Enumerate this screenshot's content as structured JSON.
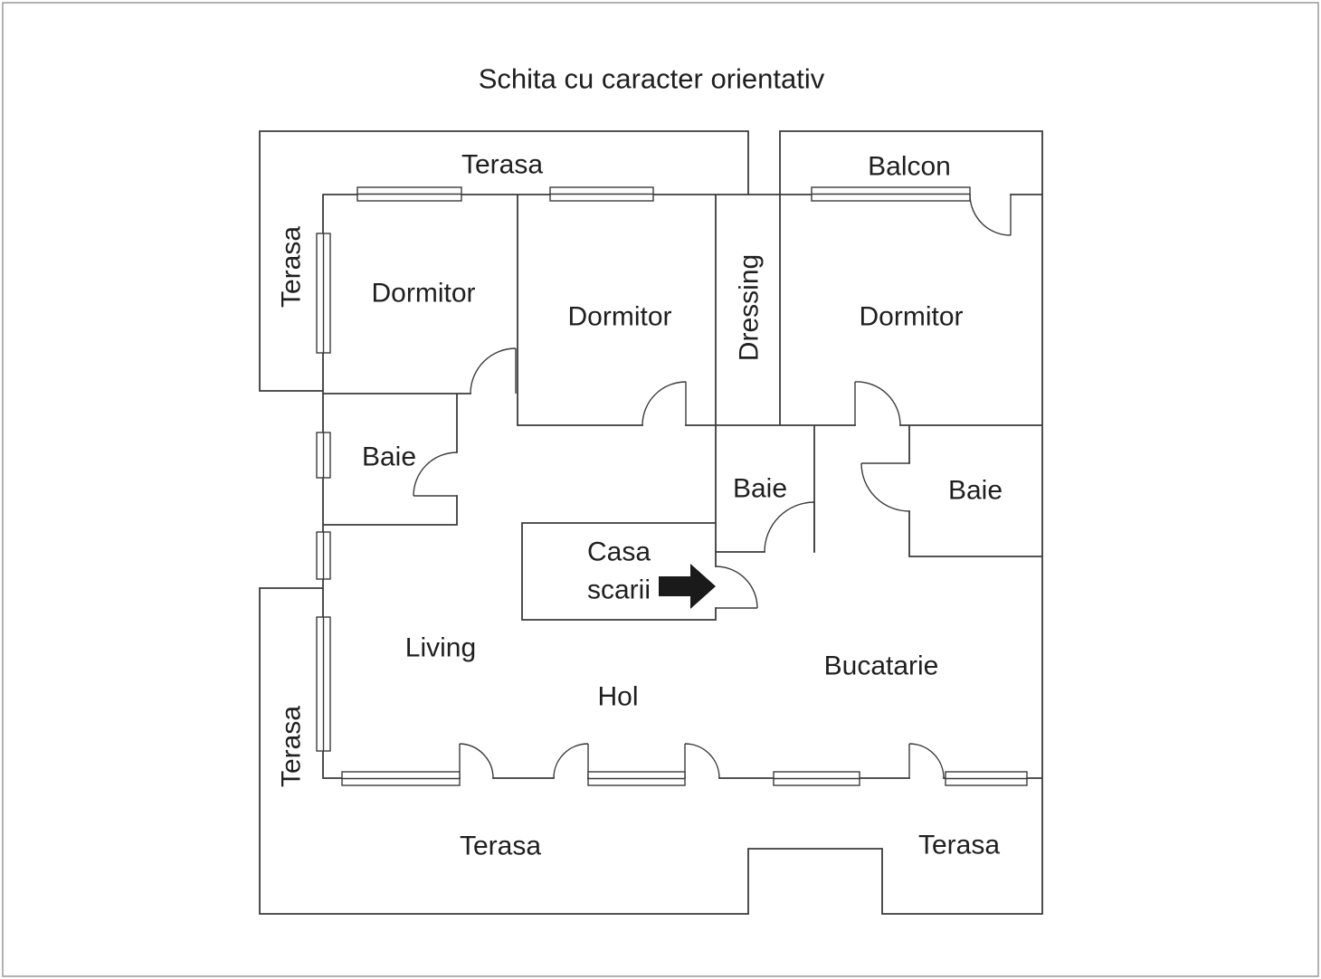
{
  "title": "Schita cu caracter orientativ",
  "labels": {
    "terasa_top": "Terasa",
    "balcon": "Balcon",
    "terasa_left_upper": "Terasa",
    "dormitor_left": "Dormitor",
    "dormitor_middle": "Dormitor",
    "dressing": "Dressing",
    "dormitor_right": "Dormitor",
    "baie_left": "Baie",
    "baie_middle": "Baie",
    "baie_right": "Baie",
    "casa_scarii_line1": "Casa",
    "casa_scarii_line2": "scarii",
    "living": "Living",
    "hol": "Hol",
    "bucatarie": "Bucatarie",
    "terasa_left_lower": "Terasa",
    "terasa_bottom_left": "Terasa",
    "terasa_bottom_right": "Terasa"
  },
  "colors": {
    "wall": "#3b3b3b",
    "text": "#1f1f1f",
    "arrow": "#1a1a1a",
    "background": "#ffffff",
    "border": "#9a9a9a"
  }
}
